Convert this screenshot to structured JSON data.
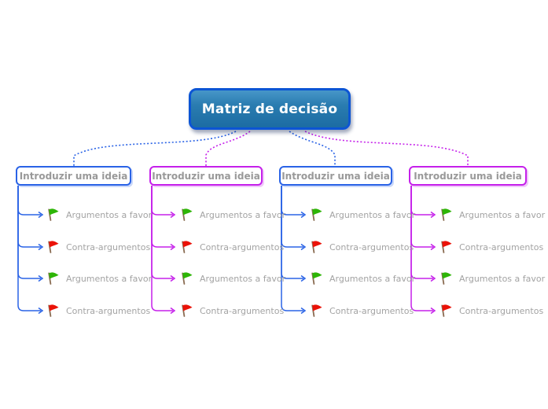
{
  "title": {
    "label": "Matriz de decisão"
  },
  "colors": {
    "blue": "#2a63e6",
    "magenta": "#c520ea",
    "root_border": "#0c55d4",
    "green_flag": "#2eb507",
    "red_flag": "#ea1208",
    "flag_pole": "#8a6c52",
    "node_text": "#999999",
    "item_text": "#a3a3a3"
  },
  "branches": [
    {
      "label": "Introduzir uma ideia",
      "accent": "blue",
      "children": [
        {
          "label": "Argumentos a favor",
          "flag": "green"
        },
        {
          "label": "Contra-argumentos",
          "flag": "red"
        },
        {
          "label": "Argumentos a favor",
          "flag": "green"
        },
        {
          "label": "Contra-argumentos",
          "flag": "red"
        }
      ]
    },
    {
      "label": "Introduzir uma ideia",
      "accent": "magenta",
      "children": [
        {
          "label": "Argumentos a favor",
          "flag": "green"
        },
        {
          "label": "Contra-argumentos",
          "flag": "red"
        },
        {
          "label": "Argumentos a favor",
          "flag": "green"
        },
        {
          "label": "Contra-argumentos",
          "flag": "red"
        }
      ]
    },
    {
      "label": "Introduzir uma ideia",
      "accent": "blue",
      "children": [
        {
          "label": "Argumentos a favor",
          "flag": "green"
        },
        {
          "label": "Contra-argumentos",
          "flag": "red"
        },
        {
          "label": "Argumentos a favor",
          "flag": "green"
        },
        {
          "label": "Contra-argumentos",
          "flag": "red"
        }
      ]
    },
    {
      "label": "Introduzir uma ideia",
      "accent": "magenta",
      "children": [
        {
          "label": "Argumentos a favor",
          "flag": "green"
        },
        {
          "label": "Contra-argumentos",
          "flag": "red"
        },
        {
          "label": "Argumentos a favor",
          "flag": "green"
        },
        {
          "label": "Contra-argumentos",
          "flag": "red"
        }
      ]
    }
  ]
}
